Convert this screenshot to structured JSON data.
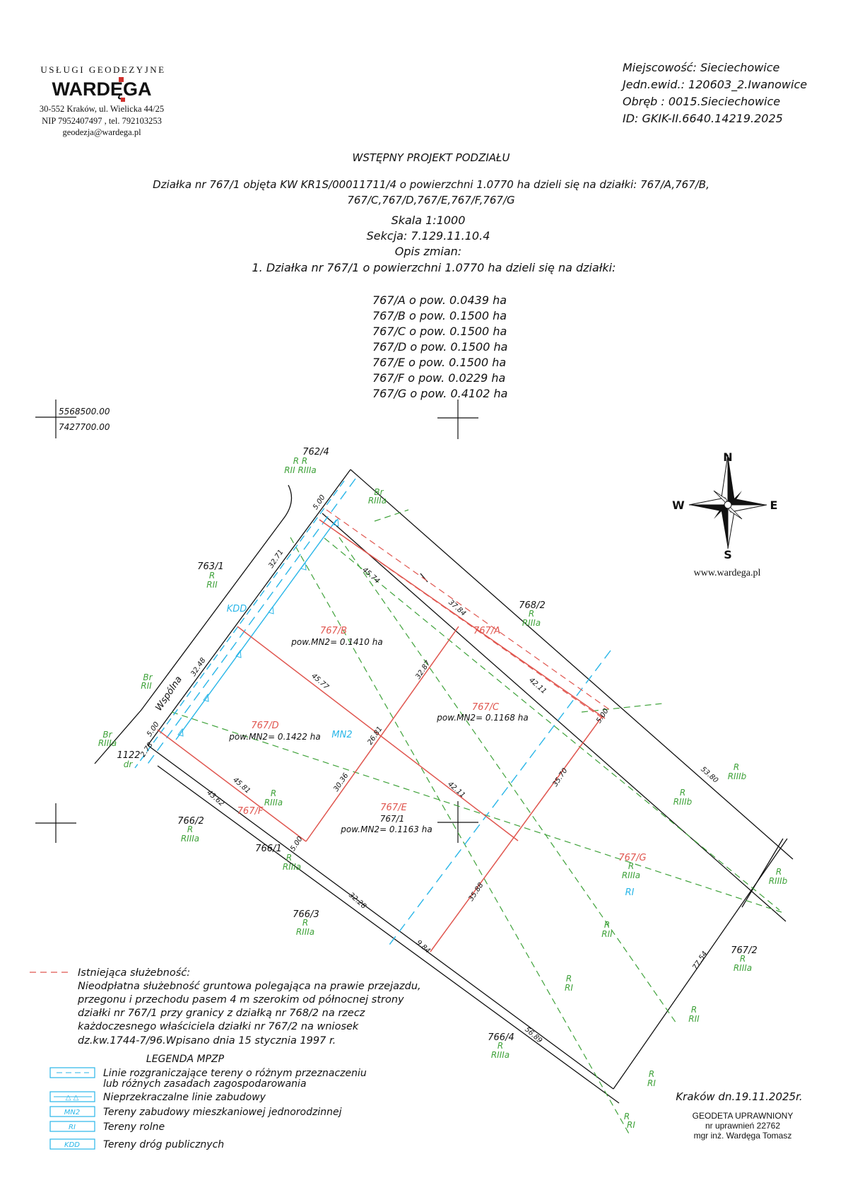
{
  "header_company": {
    "tagline": "USŁUGI GEODEZYJNE",
    "logo_text": "WARDĘGA",
    "address": "30-552 Kraków, ul. Wielicka 44/25",
    "nip_tel": "NIP 7952407497 ,   tel. 792103253",
    "email": "geodezja@wardega.pl"
  },
  "header_location": {
    "miejscowosc": "Miejscowość: Sieciechowice",
    "jednostka": "Jedn.ewid.: 120603_2.Iwanowice",
    "obreb": "Obręb : 0015.Sieciechowice",
    "id": "ID: GKIK-II.6640.14219.2025"
  },
  "project": {
    "title": "WSTĘPNY PROJEKT PODZIAŁU",
    "subtitle_line1": "Działka nr 767/1 objęta KW  KR1S/00011711/4  o powierzchni 1.0770  ha dzieli się na działki: 767/A,767/B,",
    "subtitle_line2": "767/C,767/D,767/E,767/F,767/G",
    "scale": "Skala 1:1000",
    "section": "Sekcja: 7.129.11.10.4",
    "changes_heading": "Opis zmian:",
    "changes_line": "1. Działka nr 767/1 o powierzchni 1.0770  ha dzieli się na działki:"
  },
  "parcels_list": [
    "767/A  o pow. 0.0439  ha",
    "767/B  o pow. 0.1500  ha",
    "767/C  o pow. 0.1500  ha",
    "767/D  o pow. 0.1500  ha",
    "767/E  o pow. 0.1500  ha",
    "767/F  o pow. 0.0229  ha",
    "767/G  o pow. 0.4102  ha"
  ],
  "grid_coords": {
    "north": "5568500.00",
    "east": "7427700.00"
  },
  "compass": {
    "n": "N",
    "s": "S",
    "e": "E",
    "w": "W"
  },
  "website": "www.wardega.pl",
  "map_labels": {
    "neighbors": [
      {
        "id": "762/4",
        "use": "R\nRII   RIIIa"
      },
      {
        "id": "763/1",
        "use": "R\nRII"
      },
      {
        "id": "768/2",
        "use": "R\nRIIIa"
      },
      {
        "id": "766/2",
        "use": "R\nRIIIa"
      },
      {
        "id": "766/1",
        "use": "R\nRIIIa"
      },
      {
        "id": "766/3",
        "use": "R\nRIIIa"
      },
      {
        "id": "766/4",
        "use": "R\nRIIIa"
      },
      {
        "id": "767/2",
        "use": "R\nRIIIa"
      },
      {
        "id": "1122",
        "use": "dr"
      }
    ],
    "new_parcels": [
      {
        "id": "767/A",
        "area": ""
      },
      {
        "id": "767/B",
        "area": "pow.MN2= 0.1410  ha"
      },
      {
        "id": "767/C",
        "area": "pow.MN2= 0.1168  ha"
      },
      {
        "id": "767/D",
        "area": "pow.MN2= 0.1422  ha"
      },
      {
        "id": "767/E",
        "area": "pow.MN2= 0.1163  ha"
      },
      {
        "id": "767/F",
        "area": ""
      },
      {
        "id": "767/G",
        "area": "R\nRIIIa"
      }
    ],
    "old_parcel": "767/1",
    "street": "Wspólna",
    "zones": {
      "kdd": "KDD",
      "mn2": "MN2",
      "ri": "RI"
    },
    "soil": [
      "Br RIIIa",
      "Br RII",
      "Br RIIIa",
      "R RIIIa",
      "R RIIIb",
      "R RIIIb",
      "R RIIIb",
      "R RII",
      "R RI",
      "R RII",
      "R RI",
      "R RI"
    ],
    "dims": [
      "5.00",
      "32.71",
      "45.74",
      "37.84",
      "32.87",
      "42.11",
      "5.00",
      "53.80",
      "45.77",
      "32.48",
      "26.81",
      "5.00",
      "2.78",
      "45.81",
      "30.36",
      "42.11",
      "35.70",
      "43.62",
      "5.00",
      "35.88",
      "32.28",
      "9.84",
      "56.89",
      "77.54"
    ]
  },
  "legend": {
    "servitude_title": "Istniejąca służebność:",
    "servitude_lines": [
      "Nieodpłatna służebność gruntowa polegająca na prawie przejazdu,",
      "przegonu i przechodu pasem 4 m szerokim od północnej strony",
      "działki nr 767/1 przy granicy z działką nr 768/2 na rzecz",
      "każdoczesnego właściciela działki nr 767/2 na wniosek",
      "dz.kw.1744-7/96.Wpisano dnia 15 stycznia 1997 r."
    ],
    "mpzp_title": "LEGENDA MPZP",
    "items": [
      {
        "symbol": "",
        "text": "Linie rozgraniczające tereny o różnym przeznaczeniu\nlub różnych zasadach zagospodarowania"
      },
      {
        "symbol": "△   △",
        "text": "Nieprzekraczalne linie zabudowy"
      },
      {
        "symbol": "MN2",
        "text": "Tereny zabudowy mieszkaniowej jednorodzinnej"
      },
      {
        "symbol": "RI",
        "text": "Tereny rolne"
      },
      {
        "symbol": "KDD",
        "text": "Tereny dróg publicznych"
      }
    ]
  },
  "footer": {
    "date": "Kraków  dn.19.11.2025r.",
    "title": "GEODETA UPRAWNIONY",
    "license": "nr uprawnień 22762",
    "name": "mgr inż. Wardęga Tomasz"
  },
  "colors": {
    "boundary": "#000000",
    "division": "#e0564f",
    "zoning": "#3fa23a",
    "building_line": "#29b6e8",
    "servitude": "#e0564f"
  }
}
